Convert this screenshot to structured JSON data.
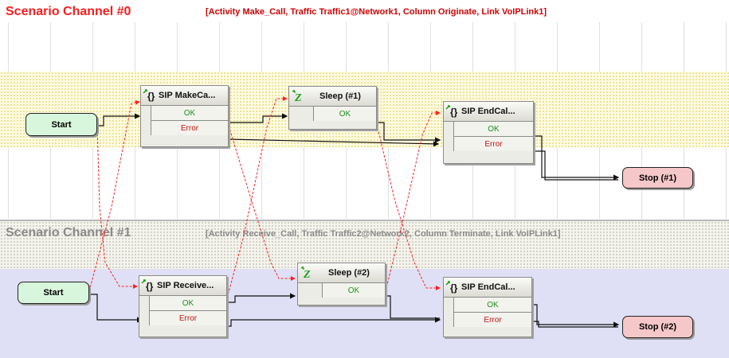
{
  "channel0": {
    "title": "Scenario Channel #0",
    "info": "[Activity Make_Call, Traffic Traffic1@Network1, Column Originate, Link VoIPLink1]",
    "start_label": "Start",
    "stop_label": "Stop (#1)",
    "activities": {
      "make_call": {
        "title": "SIP MakeCa...",
        "ok": "OK",
        "error": "Error"
      },
      "sleep": {
        "title": "Sleep (#1)",
        "ok": "OK"
      },
      "end_call": {
        "title": "SIP EndCal...",
        "ok": "OK",
        "error": "Error"
      }
    }
  },
  "channel1": {
    "title": "Scenario Channel #1",
    "info": "[Activity Receive_Call, Traffic Traffic2@Network2, Column Terminate, Link VoIPLink1]",
    "start_label": "Start",
    "stop_label": "Stop (#2)",
    "activities": {
      "receive_call": {
        "title": "SIP Receive...",
        "ok": "OK",
        "error": "Error"
      },
      "sleep": {
        "title": "Sleep (#2)",
        "ok": "OK"
      },
      "end_call": {
        "title": "SIP EndCal...",
        "ok": "OK",
        "error": "Error"
      }
    }
  },
  "colors": {
    "channel0_title": "#ff1a1a",
    "channel1_title": "#8a8a8a",
    "ok_text": "#1f8f1f",
    "error_text": "#c31212",
    "sync_link": "#ff2020",
    "flow_link": "#111111",
    "start_fill": "#d8f6dc",
    "stop_fill": "#f6c7c9"
  }
}
